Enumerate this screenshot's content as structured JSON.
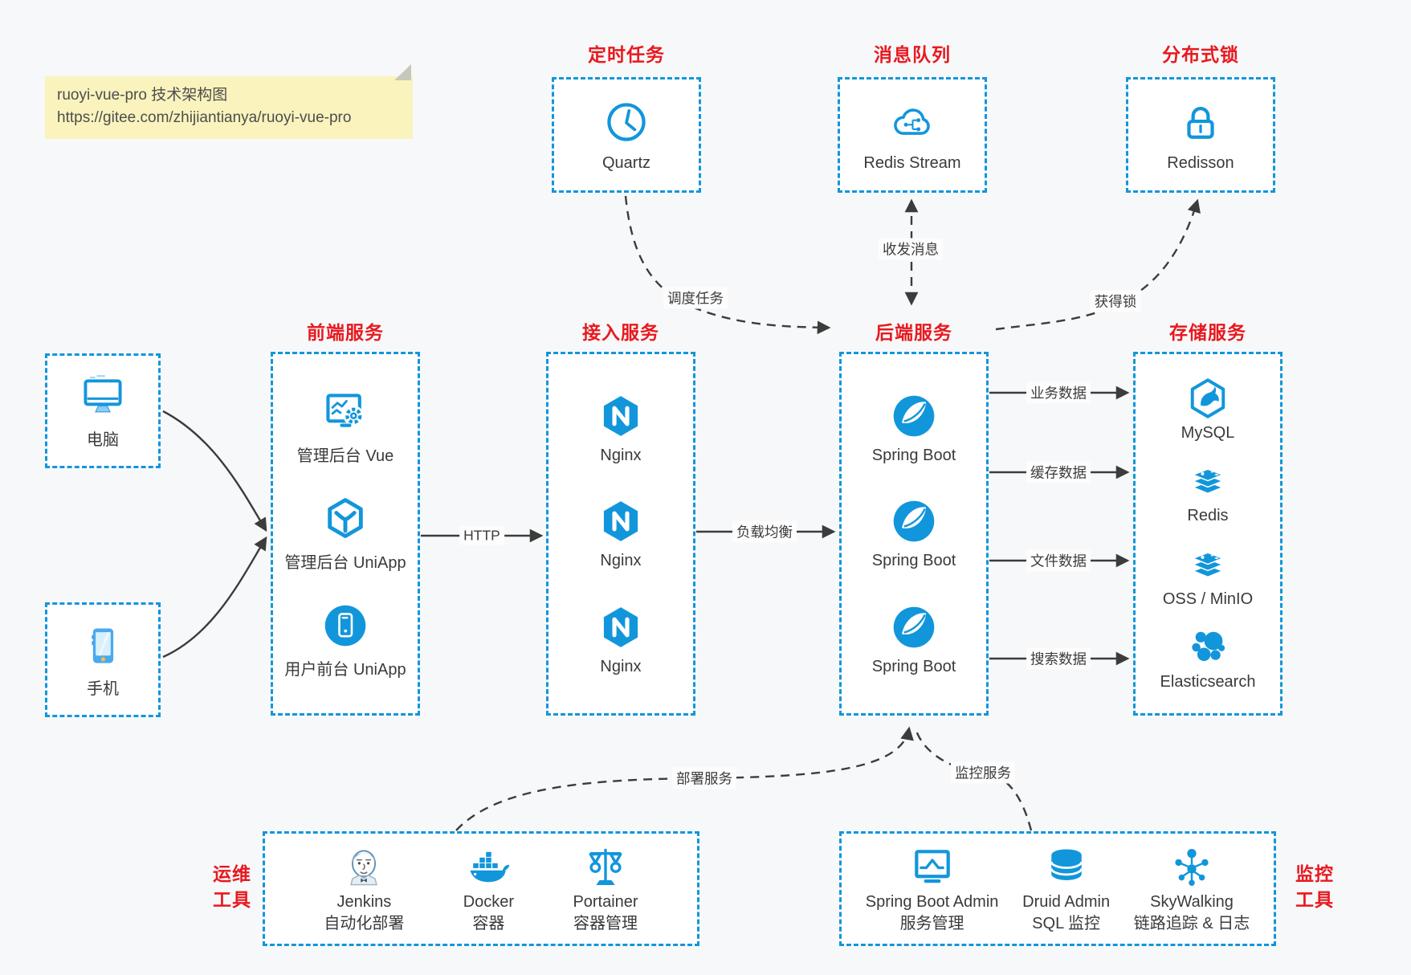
{
  "note": {
    "line1": "ruoyi-vue-pro 技术架构图",
    "line2": "https://gitee.com/zhijiantianya/ruoyi-vue-pro"
  },
  "colors": {
    "accent_blue": "#1296db",
    "title_red": "#e8191f",
    "note_bg": "#faf3bd",
    "arrow_dark": "#3c3c3c",
    "box_bg": "#ffffff",
    "page_bg": "#f7f8f9"
  },
  "top_groups": [
    {
      "title": "定时任务",
      "icon": "clock-icon",
      "label": "Quartz"
    },
    {
      "title": "消息队列",
      "icon": "cloud-share-icon",
      "label": "Redis Stream"
    },
    {
      "title": "分布式锁",
      "icon": "lock-icon",
      "label": "Redisson"
    }
  ],
  "clients": [
    {
      "icon": "desktop-icon",
      "label": "电脑"
    },
    {
      "icon": "mobile-icon",
      "label": "手机"
    }
  ],
  "service_groups": [
    {
      "title": "前端服务",
      "items": [
        {
          "icon": "admin-vue-icon",
          "label": "管理后台 Vue"
        },
        {
          "icon": "admin-uniapp-icon",
          "label": "管理后台 UniApp"
        },
        {
          "icon": "user-uniapp-icon",
          "label": "用户前台 UniApp"
        }
      ]
    },
    {
      "title": "接入服务",
      "items": [
        {
          "icon": "nginx-icon",
          "label": "Nginx"
        },
        {
          "icon": "nginx-icon",
          "label": "Nginx"
        },
        {
          "icon": "nginx-icon",
          "label": "Nginx"
        }
      ]
    },
    {
      "title": "后端服务",
      "items": [
        {
          "icon": "spring-boot-icon",
          "label": "Spring Boot"
        },
        {
          "icon": "spring-boot-icon",
          "label": "Spring Boot"
        },
        {
          "icon": "spring-boot-icon",
          "label": "Spring Boot"
        }
      ]
    },
    {
      "title": "存储服务",
      "items": [
        {
          "icon": "mysql-icon",
          "label": "MySQL"
        },
        {
          "icon": "redis-icon",
          "label": "Redis"
        },
        {
          "icon": "oss-minio-icon",
          "label": "OSS / MinIO"
        },
        {
          "icon": "elasticsearch-icon",
          "label": "Elasticsearch"
        }
      ]
    }
  ],
  "bottom_groups": [
    {
      "side_label_line1": "运维",
      "side_label_line2": "工具",
      "items": [
        {
          "icon": "jenkins-icon",
          "name": "Jenkins",
          "desc": "自动化部署"
        },
        {
          "icon": "docker-icon",
          "name": "Docker",
          "desc": "容器"
        },
        {
          "icon": "portainer-icon",
          "name": "Portainer",
          "desc": "容器管理"
        }
      ]
    },
    {
      "side_label_line1": "监控",
      "side_label_line2": "工具",
      "items": [
        {
          "icon": "spring-boot-admin-icon",
          "name": "Spring Boot Admin",
          "desc": "服务管理"
        },
        {
          "icon": "druid-icon",
          "name": "Druid Admin",
          "desc": "SQL 监控"
        },
        {
          "icon": "skywalking-icon",
          "name": "SkyWalking",
          "desc": "链路追踪 & 日志"
        }
      ]
    }
  ],
  "edges": {
    "schedule": "调度任务",
    "message": "收发消息",
    "lock": "获得锁",
    "http": "HTTP",
    "load_balance": "负载均衡",
    "business": "业务数据",
    "cache": "缓存数据",
    "file": "文件数据",
    "search": "搜索数据",
    "deploy": "部署服务",
    "monitor": "监控服务"
  }
}
